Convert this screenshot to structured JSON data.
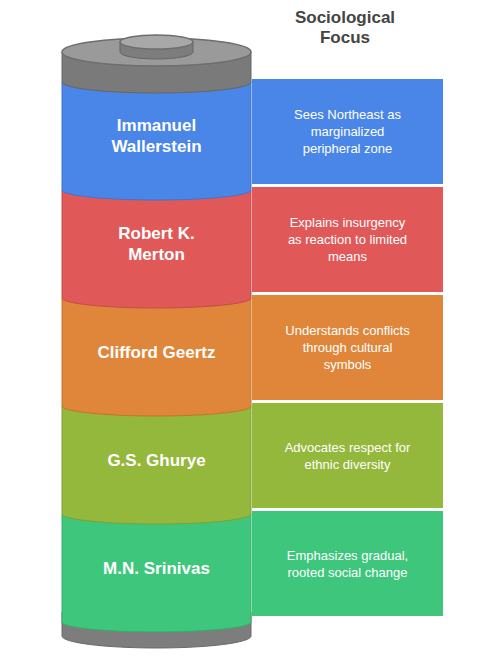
{
  "diagram": {
    "title": "Sociological Focus",
    "nodes": [
      {
        "text": [
          "Immanuel Wallerstein"
        ]
      },
      {
        "text": [
          "Sees Northeast as marginalized peripheral zone"
        ]
      },
      {
        "text": [
          "Robert K. Merton"
        ]
      },
      {
        "text": [
          "Explains insurgency as reaction to limited means"
        ]
      },
      {
        "text": [
          "Clifford Geertz"
        ]
      },
      {
        "text": [
          "Understands conflicts through cultural symbols"
        ]
      },
      {
        "text": [
          "G.S. Ghurye"
        ]
      },
      {
        "text": [
          "Advocates respect for ethnic diversity"
        ]
      },
      {
        "text": [
          "M.N. Srinivas"
        ]
      },
      {
        "text": [
          "Emphasizes gradual, rooted social change"
        ]
      }
    ]
  }
}
